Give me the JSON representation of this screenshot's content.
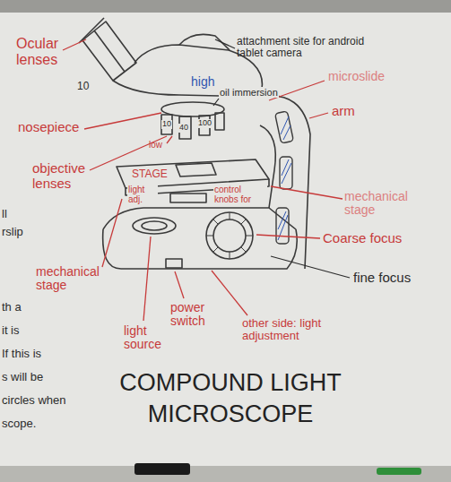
{
  "diagram": {
    "title": "COMPOUND LIGHT MICROSCOPE",
    "labels": [
      "Ocular lenses",
      "10",
      "attachment site for android tablet camera",
      "high",
      "microslide",
      "oil immersion",
      "arm",
      "nosepiece",
      "low",
      "10",
      "40",
      "100",
      "objective lenses",
      "STAGE",
      "light adj.",
      "control knobs for",
      "mechanical stage",
      "Coarse focus",
      "fine focus",
      "mechanical stage",
      "light source",
      "power switch",
      "other side: light adjustment",
      "ll",
      "rslip",
      "th a",
      "it is",
      "If this is",
      "s will be",
      "circles when",
      "scope."
    ]
  }
}
